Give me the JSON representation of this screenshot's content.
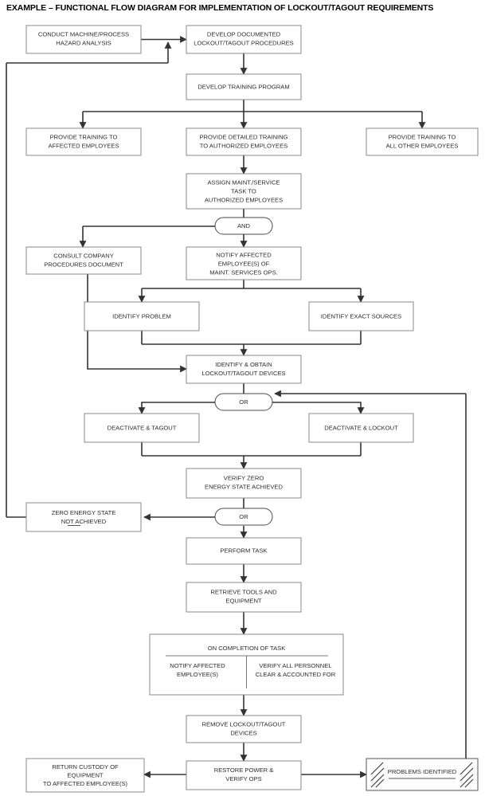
{
  "title": "EXAMPLE – FUNCTIONAL FLOW DIAGRAM FOR IMPLEMENTATION OF LOCKOUT/TAGOUT REQUIREMENTS",
  "chart_data": {
    "type": "diagram",
    "subtype": "functional-flow-diagram",
    "title": "EXAMPLE – FUNCTIONAL FLOW DIAGRAM FOR IMPLEMENTATION OF LOCKOUT/TAGOUT REQUIREMENTS",
    "nodes": [
      {
        "id": "hazard_analysis",
        "shape": "rect",
        "lines": [
          "CONDUCT MACHINE/PROCESS",
          "HAZARD ANALYSIS"
        ]
      },
      {
        "id": "documented_proc",
        "shape": "rect",
        "lines": [
          "DEVELOP DOCUMENTED",
          "LOCKOUT/TAGOUT PROCEDURES"
        ]
      },
      {
        "id": "training_program",
        "shape": "rect",
        "lines": [
          "DEVELOP TRAINING PROGRAM"
        ]
      },
      {
        "id": "train_affected",
        "shape": "rect",
        "lines": [
          "PROVIDE TRAINING TO",
          "AFFECTED EMPLOYEES"
        ]
      },
      {
        "id": "train_authorized",
        "shape": "rect",
        "lines": [
          "PROVIDE DETAILED TRAINING",
          "TO AUTHORIZED EMPLOYEES"
        ]
      },
      {
        "id": "train_all_other",
        "shape": "rect",
        "lines": [
          "PROVIDE TRAINING TO",
          "ALL OTHER EMPLOYEES"
        ]
      },
      {
        "id": "assign_task",
        "shape": "rect",
        "lines": [
          "ASSIGN MAINT./SERVICE",
          "TASK TO",
          "AUTHORIZED EMPLOYEES"
        ]
      },
      {
        "id": "and_gate",
        "shape": "pill",
        "lines": [
          "AND"
        ]
      },
      {
        "id": "consult_company",
        "shape": "rect",
        "lines": [
          "CONSULT COMPANY",
          "PROCEDURES DOCUMENT"
        ]
      },
      {
        "id": "notify_affected",
        "shape": "rect",
        "lines": [
          "NOTIFY AFFECTED",
          "EMPLOYEE(S) OF",
          "MAINT. SERVICES OPS."
        ]
      },
      {
        "id": "identify_problem",
        "shape": "rect",
        "lines": [
          "IDENTIFY PROBLEM"
        ]
      },
      {
        "id": "identify_sources",
        "shape": "rect",
        "lines": [
          "IDENTIFY EXACT SOURCES"
        ]
      },
      {
        "id": "identify_obtain",
        "shape": "rect",
        "lines": [
          "IDENTIFY & OBTAIN",
          "LOCKOUT/TAGOUT DEVICES"
        ]
      },
      {
        "id": "or_gate_1",
        "shape": "pill",
        "lines": [
          "OR"
        ]
      },
      {
        "id": "deactivate_tagout",
        "shape": "rect",
        "lines": [
          "DEACTIVATE & TAGOUT"
        ]
      },
      {
        "id": "deactivate_lockout",
        "shape": "rect",
        "lines": [
          "DEACTIVATE & LOCKOUT"
        ]
      },
      {
        "id": "verify_zero",
        "shape": "rect",
        "lines": [
          "VERIFY ZERO",
          "ENERGY STATE ACHIEVED"
        ]
      },
      {
        "id": "or_gate_2",
        "shape": "pill",
        "lines": [
          "OR"
        ]
      },
      {
        "id": "zero_not_achieved",
        "shape": "rect",
        "lines": [
          "ZERO ENERGY STATE",
          "NOT ACHIEVED"
        ],
        "underline_word": "NOT"
      },
      {
        "id": "perform_task",
        "shape": "rect",
        "lines": [
          "PERFORM TASK"
        ]
      },
      {
        "id": "retrieve_tools",
        "shape": "rect",
        "lines": [
          "RETRIEVE TOOLS AND",
          "EQUIPMENT"
        ]
      },
      {
        "id": "on_completion",
        "shape": "compound-rect",
        "header": "ON COMPLETION OF TASK",
        "cells": [
          {
            "lines": [
              "NOTIFY AFFECTED",
              "EMPLOYEE(S)"
            ]
          },
          {
            "lines": [
              "VERIFY ALL PERSONNEL",
              "CLEAR & ACCOUNTED FOR"
            ]
          }
        ]
      },
      {
        "id": "remove_devices",
        "shape": "rect",
        "lines": [
          "REMOVE LOCKOUT/TAGOUT",
          "DEVICES"
        ]
      },
      {
        "id": "restore_power",
        "shape": "rect",
        "lines": [
          "RESTORE POWER &",
          "VERIFY OPS"
        ]
      },
      {
        "id": "return_custody",
        "shape": "rect",
        "lines": [
          "RETURN CUSTODY OF",
          "EQUIPMENT",
          "TO AFFECTED EMPLOYEE(S)"
        ]
      },
      {
        "id": "problems_identified",
        "shape": "hatched-rect",
        "lines": [
          "PROBLEMS IDENTIFIED"
        ],
        "underlined": true
      }
    ],
    "edges": [
      {
        "from": "hazard_analysis",
        "to": "documented_proc"
      },
      {
        "from": "documented_proc",
        "to": "training_program"
      },
      {
        "from": "training_program",
        "to": "train_affected"
      },
      {
        "from": "training_program",
        "to": "train_authorized"
      },
      {
        "from": "training_program",
        "to": "train_all_other"
      },
      {
        "from": "train_authorized",
        "to": "assign_task"
      },
      {
        "from": "assign_task",
        "to": "and_gate"
      },
      {
        "from": "and_gate",
        "to": "consult_company"
      },
      {
        "from": "and_gate",
        "to": "notify_affected"
      },
      {
        "from": "notify_affected",
        "to": "identify_problem"
      },
      {
        "from": "notify_affected",
        "to": "identify_sources"
      },
      {
        "from": "identify_problem",
        "to": "identify_obtain"
      },
      {
        "from": "identify_sources",
        "to": "identify_obtain"
      },
      {
        "from": "consult_company",
        "to": "identify_obtain"
      },
      {
        "from": "identify_obtain",
        "to": "or_gate_1"
      },
      {
        "from": "or_gate_1",
        "to": "deactivate_tagout"
      },
      {
        "from": "or_gate_1",
        "to": "deactivate_lockout"
      },
      {
        "from": "deactivate_tagout",
        "to": "verify_zero"
      },
      {
        "from": "deactivate_lockout",
        "to": "verify_zero"
      },
      {
        "from": "verify_zero",
        "to": "or_gate_2"
      },
      {
        "from": "or_gate_2",
        "to": "zero_not_achieved"
      },
      {
        "from": "or_gate_2",
        "to": "perform_task"
      },
      {
        "from": "zero_not_achieved",
        "to": "documented_proc",
        "note": "left feedback loop"
      },
      {
        "from": "perform_task",
        "to": "retrieve_tools"
      },
      {
        "from": "retrieve_tools",
        "to": "on_completion"
      },
      {
        "from": "on_completion",
        "to": "remove_devices"
      },
      {
        "from": "remove_devices",
        "to": "restore_power"
      },
      {
        "from": "restore_power",
        "to": "return_custody"
      },
      {
        "from": "restore_power",
        "to": "problems_identified"
      },
      {
        "from": "problems_identified",
        "to": "or_gate_1",
        "note": "right feedback loop"
      }
    ]
  },
  "nodes": {
    "hazard_analysis": {
      "l1": "CONDUCT MACHINE/PROCESS",
      "l2": "HAZARD ANALYSIS"
    },
    "documented_proc": {
      "l1": "DEVELOP DOCUMENTED",
      "l2": "LOCKOUT/TAGOUT PROCEDURES"
    },
    "training_program": {
      "l1": "DEVELOP TRAINING PROGRAM"
    },
    "train_affected": {
      "l1": "PROVIDE TRAINING TO",
      "l2": "AFFECTED EMPLOYEES"
    },
    "train_authorized": {
      "l1": "PROVIDE DETAILED TRAINING",
      "l2": "TO AUTHORIZED EMPLOYEES"
    },
    "train_all_other": {
      "l1": "PROVIDE TRAINING TO",
      "l2": "ALL OTHER EMPLOYEES"
    },
    "assign_task": {
      "l1": "ASSIGN MAINT./SERVICE",
      "l2": "TASK TO",
      "l3": "AUTHORIZED EMPLOYEES"
    },
    "and_gate": {
      "l1": "AND"
    },
    "consult_company": {
      "l1": "CONSULT COMPANY",
      "l2": "PROCEDURES DOCUMENT"
    },
    "notify_affected": {
      "l1": "NOTIFY AFFECTED",
      "l2": "EMPLOYEE(S) OF",
      "l3": "MAINT. SERVICES OPS."
    },
    "identify_problem": {
      "l1": "IDENTIFY PROBLEM"
    },
    "identify_sources": {
      "l1": "IDENTIFY EXACT SOURCES"
    },
    "identify_obtain": {
      "l1": "IDENTIFY & OBTAIN",
      "l2": "LOCKOUT/TAGOUT DEVICES"
    },
    "or_gate_1": {
      "l1": "OR"
    },
    "deactivate_tagout": {
      "l1": "DEACTIVATE & TAGOUT"
    },
    "deactivate_lockout": {
      "l1": "DEACTIVATE & LOCKOUT"
    },
    "verify_zero": {
      "l1": "VERIFY ZERO",
      "l2": "ENERGY STATE ACHIEVED"
    },
    "or_gate_2": {
      "l1": "OR"
    },
    "zero_not_achieved": {
      "l1": "ZERO ENERGY STATE",
      "l2a": "NOT",
      "l2b": " ACHIEVED"
    },
    "perform_task": {
      "l1": "PERFORM TASK"
    },
    "retrieve_tools": {
      "l1": "RETRIEVE TOOLS AND",
      "l2": "EQUIPMENT"
    },
    "on_completion": {
      "header": "ON COMPLETION OF TASK",
      "c1l1": "NOTIFY AFFECTED",
      "c1l2": "EMPLOYEE(S)",
      "c2l1": "VERIFY ALL PERSONNEL",
      "c2l2": "CLEAR & ACCOUNTED FOR"
    },
    "remove_devices": {
      "l1": "REMOVE LOCKOUT/TAGOUT",
      "l2": "DEVICES"
    },
    "restore_power": {
      "l1": "RESTORE POWER &",
      "l2": "VERIFY OPS"
    },
    "return_custody": {
      "l1": "RETURN CUSTODY OF",
      "l2": "EQUIPMENT",
      "l3": "TO AFFECTED EMPLOYEE(S)"
    },
    "problems_identified": {
      "l1": "PROBLEMS IDENTIFIED"
    }
  },
  "colors": {
    "background": "#ffffff",
    "box_stroke": "#8a8a8a",
    "connector": "#333333",
    "text": "#2b2b2b",
    "title": "#000000"
  }
}
